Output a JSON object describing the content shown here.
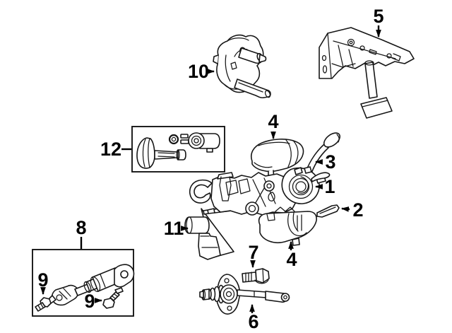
{
  "diagram": {
    "type": "exploded-parts-line-drawing",
    "background_color": "#ffffff",
    "line_color": "#161616",
    "callout_color": "#000000",
    "callouts": {
      "c1": "1",
      "c2": "2",
      "c3": "3",
      "c4_upper": "4",
      "c4_lower": "4",
      "c5": "5",
      "c6": "6",
      "c7": "7",
      "c8": "8",
      "c9_left": "9",
      "c9_right": "9",
      "c10": "10",
      "c11": "11",
      "c12": "12"
    }
  }
}
